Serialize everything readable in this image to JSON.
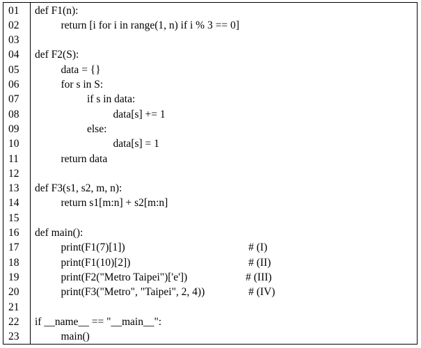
{
  "lines": [
    {
      "num": "01",
      "indent": 0,
      "code": "def F1(n):",
      "comment": ""
    },
    {
      "num": "02",
      "indent": 1,
      "code": "return [i for i in range(1, n) if i % 3 == 0]",
      "comment": ""
    },
    {
      "num": "03",
      "indent": 0,
      "code": "",
      "comment": ""
    },
    {
      "num": "04",
      "indent": 0,
      "code": "def F2(S):",
      "comment": ""
    },
    {
      "num": "05",
      "indent": 1,
      "code": "data = {}",
      "comment": ""
    },
    {
      "num": "06",
      "indent": 1,
      "code": "for s in S:",
      "comment": ""
    },
    {
      "num": "07",
      "indent": 2,
      "code": "if s in data:",
      "comment": ""
    },
    {
      "num": "08",
      "indent": 3,
      "code": "data[s] += 1",
      "comment": ""
    },
    {
      "num": "09",
      "indent": 2,
      "code": "else:",
      "comment": ""
    },
    {
      "num": "10",
      "indent": 3,
      "code": "data[s] = 1",
      "comment": ""
    },
    {
      "num": "11",
      "indent": 1,
      "code": "return data",
      "comment": ""
    },
    {
      "num": "12",
      "indent": 0,
      "code": "",
      "comment": ""
    },
    {
      "num": "13",
      "indent": 0,
      "code": "def F3(s1, s2, m, n):",
      "comment": ""
    },
    {
      "num": "14",
      "indent": 1,
      "code": "return s1[m:n] + s2[m:n]",
      "comment": ""
    },
    {
      "num": "15",
      "indent": 0,
      "code": "",
      "comment": ""
    },
    {
      "num": "16",
      "indent": 0,
      "code": "def main():",
      "comment": ""
    },
    {
      "num": "17",
      "indent": 1,
      "code": "print(F1(7)[1])",
      "comment": "# (I)"
    },
    {
      "num": "18",
      "indent": 1,
      "code": "print(F1(10)[2])",
      "comment": "# (II)"
    },
    {
      "num": "19",
      "indent": 1,
      "code": "print(F2(\"Metro Taipei\")['e'])",
      "comment": "# (III)"
    },
    {
      "num": "20",
      "indent": 1,
      "code": "print(F3(\"Metro\", \"Taipei\", 2, 4))",
      "comment": "# (IV)"
    },
    {
      "num": "21",
      "indent": 0,
      "code": "",
      "comment": ""
    },
    {
      "num": "22",
      "indent": 0,
      "code": "if __name__ == \"__main__\":",
      "comment": ""
    },
    {
      "num": "23",
      "indent": 1,
      "code": "main()",
      "comment": ""
    }
  ]
}
